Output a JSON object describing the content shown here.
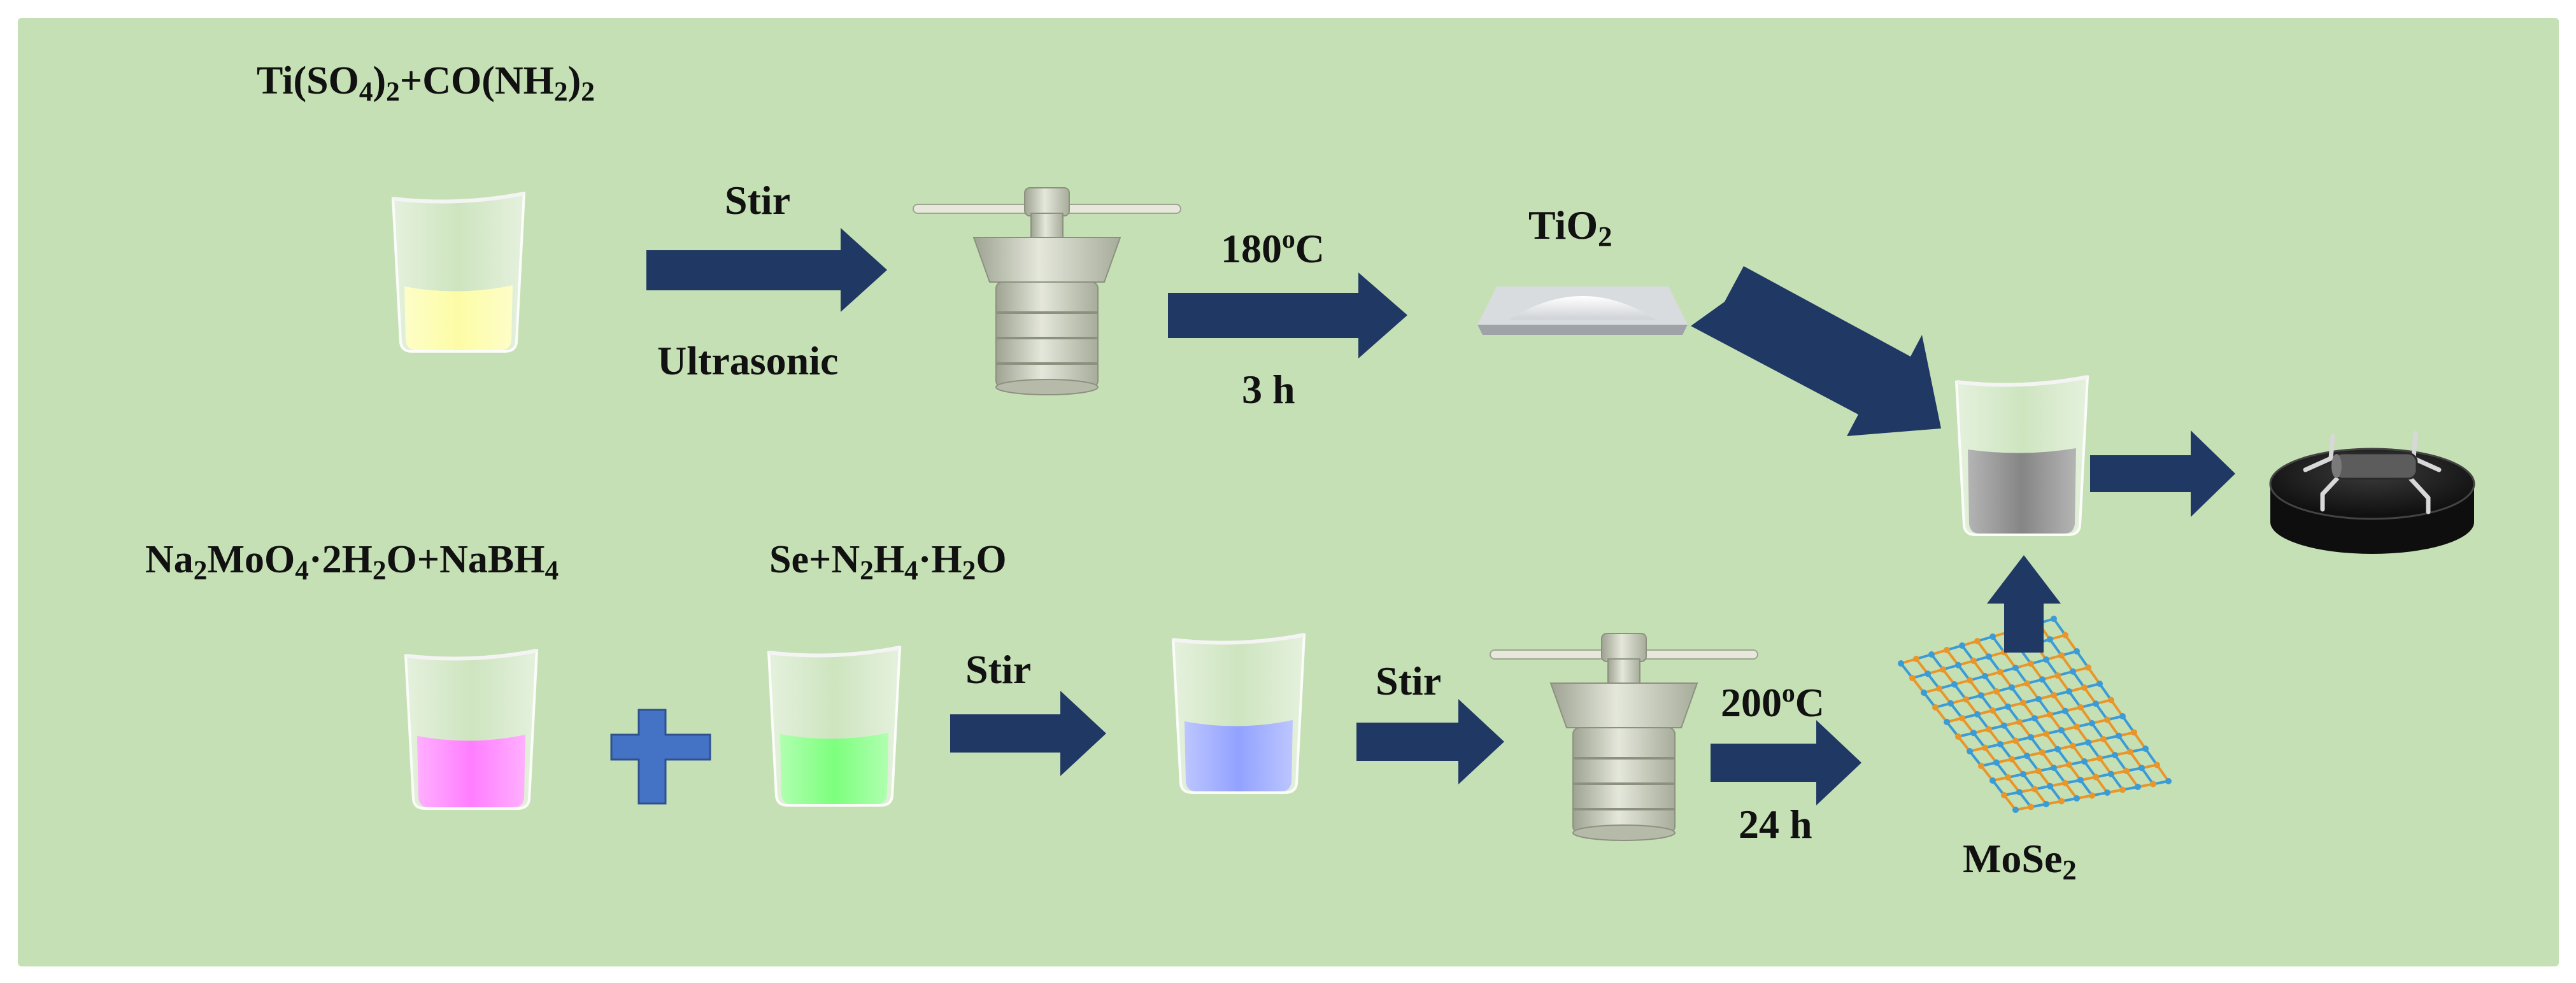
{
  "colors": {
    "background": "#c5e0b4",
    "arrow": "#1f3864",
    "plus": "#4472c4",
    "solution_yellow": "#fcfc96",
    "solution_pink": "#ff66ff",
    "solution_green": "#66ff66",
    "solution_blue": "#7f91ff",
    "solution_gray": "#707070",
    "autoclave": "#d2d5c6",
    "electrode": "#1b1b1b",
    "lattice_orange": "#e8962a",
    "lattice_blue": "#3b9bd6"
  },
  "icons": [
    "beaker-yellow-icon",
    "autoclave-icon",
    "tio2-powder-icon",
    "beaker-gray-icon",
    "electrode-icon",
    "beaker-pink-icon",
    "plus-icon",
    "beaker-green-icon",
    "beaker-blue-icon",
    "mose2-lattice-icon"
  ],
  "labels": {
    "top_reagents": {
      "a": "Ti(SO",
      "a_sub": "4",
      "b": ")",
      "b_sub": "2",
      "c": "+CO(NH",
      "c_sub": "2",
      "d": ")",
      "d_sub": "2"
    },
    "stir_1": "Stir",
    "ultrasonic": "Ultrasonic",
    "temp_180": {
      "value": "180",
      "sup": "o",
      "unit": "C"
    },
    "time_3h": "3 h",
    "tio2": {
      "a": "TiO",
      "a_sub": "2"
    },
    "bottom_reagent_1": {
      "a": "Na",
      "a_sub": "2",
      "b": "MoO",
      "b_sub": "4",
      "c": "·2H",
      "c_sub": "2",
      "d": "O+NaBH",
      "d_sub": "4"
    },
    "bottom_reagent_2": {
      "a": "Se+N",
      "a_sub": "2",
      "b": "H",
      "b_sub": "4",
      "c": "·H",
      "c_sub": "2",
      "d": "O"
    },
    "stir_2": "Stir",
    "stir_3": "Stir",
    "temp_200": {
      "value": "200",
      "sup": "o",
      "unit": "C"
    },
    "time_24h": "24 h",
    "mose2": {
      "a": "MoSe",
      "a_sub": "2"
    }
  }
}
